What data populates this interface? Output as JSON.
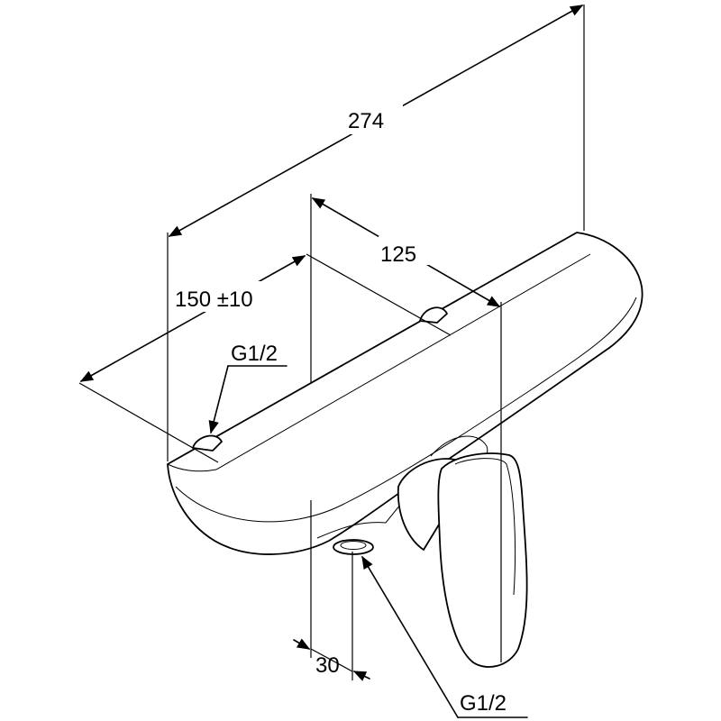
{
  "dimensions": {
    "total_length": "274",
    "center_distance": "125",
    "connection_spacing": "150 ±10",
    "outlet_offset": "30"
  },
  "threads": {
    "inlet": "G1/2",
    "outlet": "G1/2"
  },
  "colors": {
    "line": "#000000",
    "background": "#ffffff"
  }
}
